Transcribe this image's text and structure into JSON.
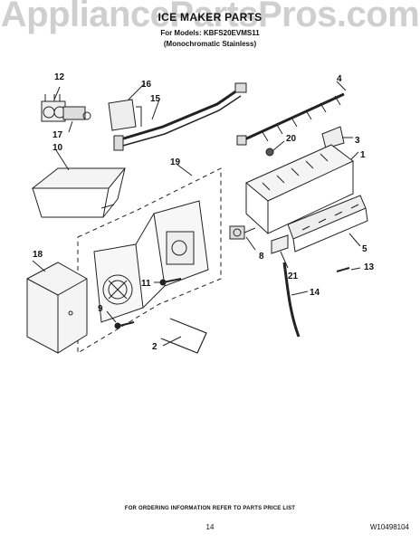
{
  "watermark": "AppliancePartsPros.com",
  "header": {
    "title": "ICE MAKER PARTS",
    "model_line": "For Models: KBFS20EVMS11",
    "variant_line": "(Monochromatic Stainless)"
  },
  "callouts": [
    "1",
    "2",
    "3",
    "4",
    "5",
    "8",
    "9",
    "10",
    "11",
    "12",
    "13",
    "14",
    "15",
    "16",
    "17",
    "18",
    "19",
    "20",
    "21"
  ],
  "footer": {
    "ordering_note": "FOR ORDERING INFORMATION REFER TO PARTS PRICE LIST",
    "page_number": "14",
    "document_number": "W10498104"
  }
}
